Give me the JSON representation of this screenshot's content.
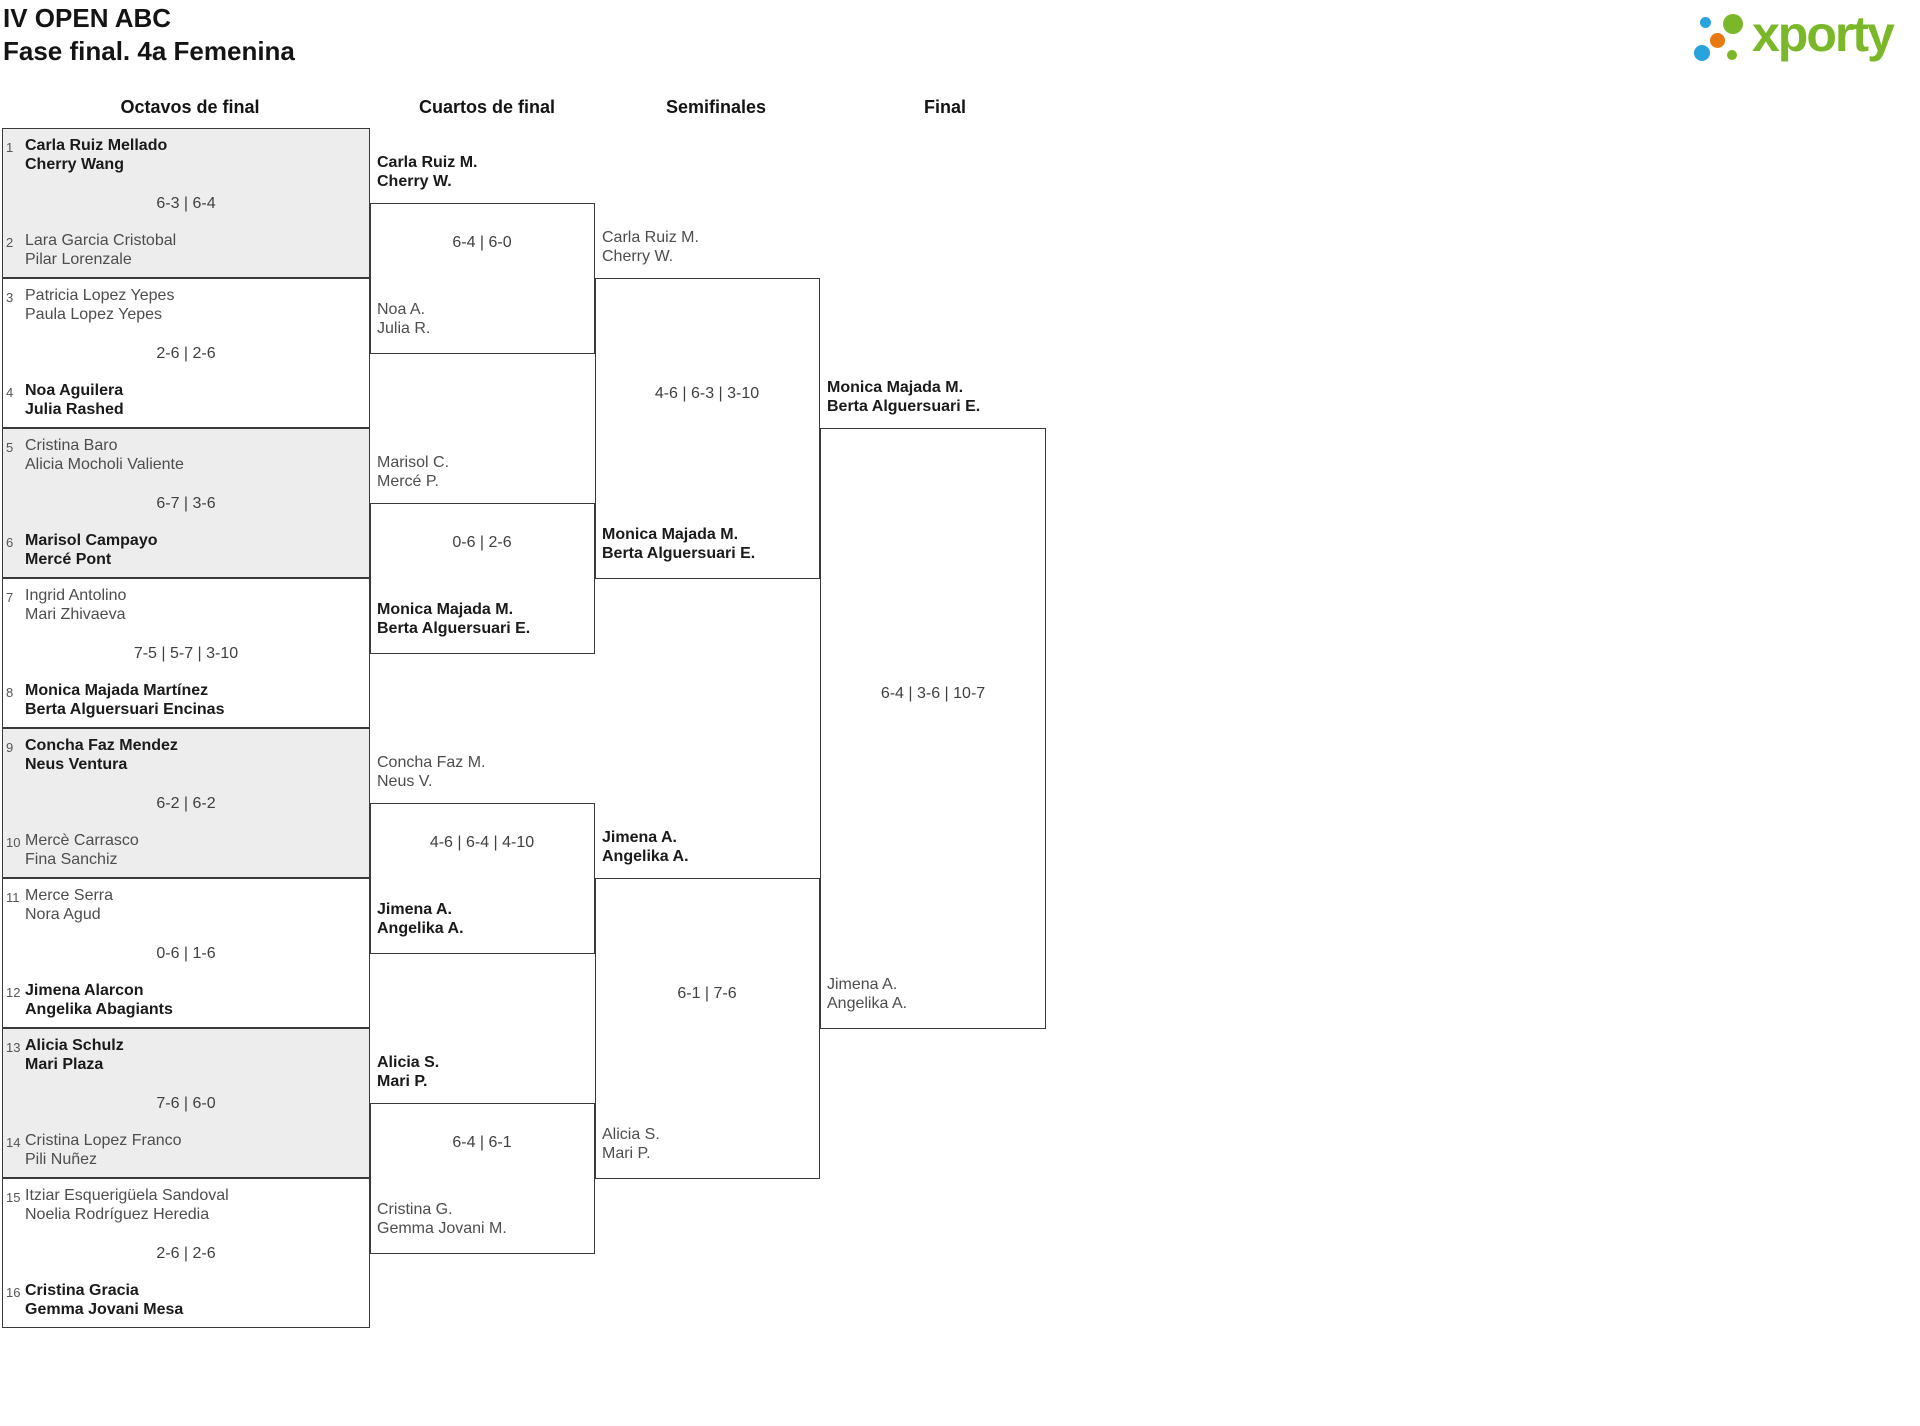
{
  "title": "IV OPEN ABC",
  "subtitle": "Fase final. 4a Femenina",
  "logo": {
    "wordmark": "xporty"
  },
  "colors": {
    "brand_green": "#7ab829",
    "brand_blue": "#29a3dd",
    "brand_orange": "#e8790f",
    "box_border": "#3a3a3a",
    "box_shaded": "#ededed"
  },
  "rounds": [
    "Octavos de final",
    "Cuartos de final",
    "Semifinales",
    "Final"
  ],
  "octavos": [
    {
      "seed1": "1",
      "team1": [
        "Carla Ruiz Mellado",
        "Cherry Wang"
      ],
      "seed2": "2",
      "team2": [
        "Lara Garcia Cristobal",
        "Pilar Lorenzale"
      ],
      "score": "6-3 | 6-4",
      "winner": "team1"
    },
    {
      "seed1": "3",
      "team1": [
        "Patricia Lopez Yepes",
        "Paula Lopez Yepes"
      ],
      "seed2": "4",
      "team2": [
        "Noa Aguilera",
        "Julia Rashed"
      ],
      "score": "2-6 | 2-6",
      "winner": "team2"
    },
    {
      "seed1": "5",
      "team1": [
        "Cristina Baro",
        "Alicia Mocholi Valiente"
      ],
      "seed2": "6",
      "team2": [
        "Marisol Campayo",
        "Mercé Pont"
      ],
      "score": "6-7 | 3-6",
      "winner": "team2"
    },
    {
      "seed1": "7",
      "team1": [
        "Ingrid Antolino",
        "Mari Zhivaeva"
      ],
      "seed2": "8",
      "team2": [
        "Monica Majada Martínez",
        "Berta Alguersuari Encinas"
      ],
      "score": "7-5 | 5-7 | 3-10",
      "winner": "team2"
    },
    {
      "seed1": "9",
      "team1": [
        "Concha Faz Mendez",
        "Neus Ventura"
      ],
      "seed2": "10",
      "team2": [
        "Mercè Carrasco",
        "Fina Sanchiz"
      ],
      "score": "6-2 | 6-2",
      "winner": "team1"
    },
    {
      "seed1": "11",
      "team1": [
        "Merce Serra",
        "Nora Agud"
      ],
      "seed2": "12",
      "team2": [
        "Jimena Alarcon",
        "Angelika Abagiants"
      ],
      "score": "0-6 | 1-6",
      "winner": "team2"
    },
    {
      "seed1": "13",
      "team1": [
        "Alicia Schulz",
        "Mari Plaza"
      ],
      "seed2": "14",
      "team2": [
        "Cristina Lopez Franco",
        "Pili Nuñez"
      ],
      "score": "7-6 | 6-0",
      "winner": "team1"
    },
    {
      "seed1": "15",
      "team1": [
        "Itziar Esquerigüela Sandoval",
        "Noelia Rodríguez Heredia"
      ],
      "seed2": "16",
      "team2": [
        "Cristina Gracia",
        "Gemma Jovani Mesa"
      ],
      "score": "2-6 | 2-6",
      "winner": "team2"
    }
  ],
  "cuartos": [
    {
      "team1": [
        "Carla Ruiz M.",
        "Cherry W."
      ],
      "team2": [
        "Noa A.",
        "Julia R."
      ],
      "score": "6-4 | 6-0",
      "winner": "team1"
    },
    {
      "team1": [
        "Marisol C.",
        "Mercé P."
      ],
      "team2": [
        "Monica Majada M.",
        "Berta Alguersuari E."
      ],
      "score": "0-6 | 2-6",
      "winner": "team2"
    },
    {
      "team1": [
        "Concha Faz M.",
        "Neus V."
      ],
      "team2": [
        "Jimena A.",
        "Angelika A."
      ],
      "score": "4-6 | 6-4 | 4-10",
      "winner": "team2"
    },
    {
      "team1": [
        "Alicia S.",
        "Mari P."
      ],
      "team2": [
        "Cristina G.",
        "Gemma Jovani M."
      ],
      "score": "6-4 | 6-1",
      "winner": "team1"
    }
  ],
  "semifinales": [
    {
      "team1": [
        "Carla Ruiz M.",
        "Cherry W."
      ],
      "team2": [
        "Monica Majada M.",
        "Berta Alguersuari E."
      ],
      "score": "4-6 | 6-3 | 3-10",
      "winner": "team2"
    },
    {
      "team1": [
        "Jimena A.",
        "Angelika A."
      ],
      "team2": [
        "Alicia S.",
        "Mari P."
      ],
      "score": "6-1 | 7-6",
      "winner": "team1"
    }
  ],
  "final": {
    "team1": [
      "Monica Majada M.",
      "Berta Alguersuari E."
    ],
    "team2": [
      "Jimena A.",
      "Angelika A."
    ],
    "score": "6-4 | 3-6 | 10-7",
    "winner": "team1"
  }
}
